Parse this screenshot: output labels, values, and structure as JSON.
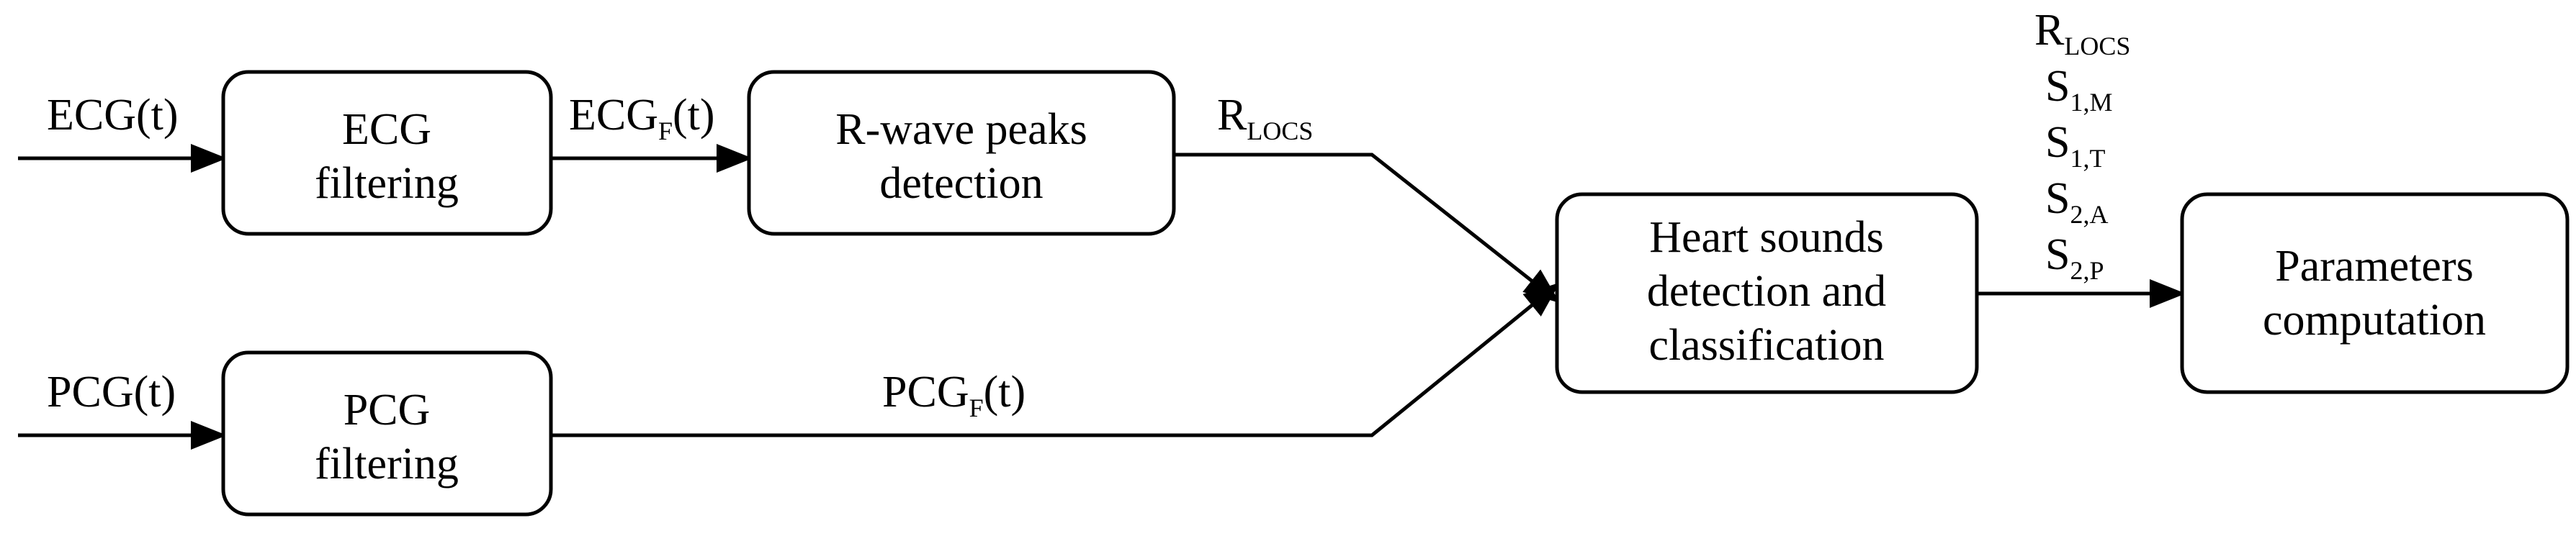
{
  "blocks": {
    "ecg_filtering": [
      "ECG",
      "filtering"
    ],
    "rwave_detection": [
      "R-wave peaks",
      "detection"
    ],
    "pcg_filtering": [
      "PCG",
      "filtering"
    ],
    "heart_sounds": [
      "Heart sounds",
      "detection and",
      "classification"
    ],
    "parameters": [
      "Parameters",
      "computation"
    ]
  },
  "signals": {
    "ecg_in": "ECG(t)",
    "ecg_f": {
      "base": "ECG",
      "sub": "F",
      "suffix": "(t)"
    },
    "pcg_in": "PCG(t)",
    "pcg_f": {
      "base": "PCG",
      "sub": "F",
      "suffix": "(t)"
    },
    "r_locs": {
      "base": "R",
      "sub": "LOCS"
    },
    "outputs": [
      {
        "base": "R",
        "sub": "LOCS"
      },
      {
        "base": "S",
        "sub": "1,M"
      },
      {
        "base": "S",
        "sub": "1,T"
      },
      {
        "base": "S",
        "sub": "2,A"
      },
      {
        "base": "S",
        "sub": "2,P"
      }
    ]
  }
}
